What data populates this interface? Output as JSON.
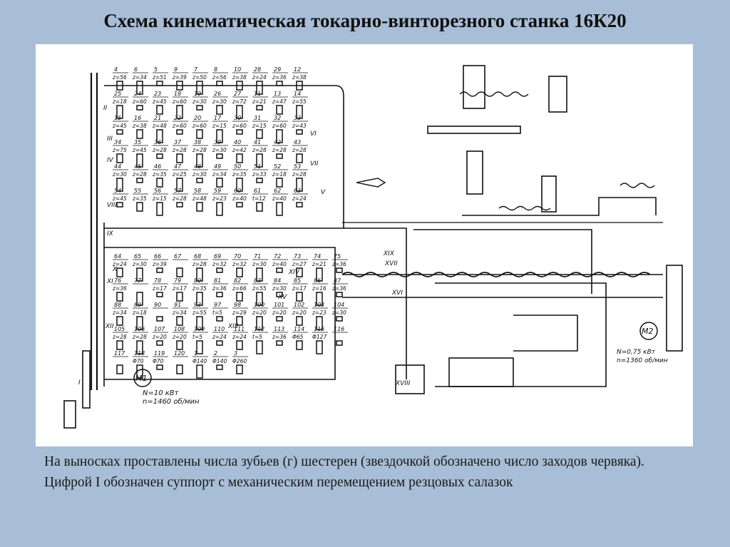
{
  "title": "Схема кинематическая токарно-винторезного станка 16К20",
  "caption": {
    "line1": "На выносках проставлены числа зубьев (г) шестерен (звездочкой обозначено число заходов червяка).",
    "line2": "Цифрой I обозначен суппорт с механическим перемещением резцовых салазок"
  },
  "diagram": {
    "motor_main": {
      "label": "M1",
      "power": "N=10 кВт",
      "speed": "n=1460 об/мин"
    },
    "motor_aux": {
      "label": "M2",
      "power": "N=0,75 кВт",
      "speed": "n=1360 об/мин"
    },
    "shafts": [
      "I",
      "II",
      "III",
      "IV",
      "V",
      "VI",
      "VII",
      "VIII",
      "IX",
      "X",
      "XI",
      "XII",
      "XIII",
      "XIV",
      "XV",
      "XVI",
      "XVII",
      "XVIII",
      "XIX"
    ],
    "gear_labels": [
      {
        "n": "4",
        "z": "z=56"
      },
      {
        "n": "6",
        "z": "z=34"
      },
      {
        "n": "5",
        "z": "z=51"
      },
      {
        "n": "9",
        "z": "z=39"
      },
      {
        "n": "7",
        "z": "z=50"
      },
      {
        "n": "8",
        "z": "z=56"
      },
      {
        "n": "10",
        "z": "z=38"
      },
      {
        "n": "28",
        "z": "z=24"
      },
      {
        "n": "29",
        "z": "z=36"
      },
      {
        "n": "12",
        "z": "z=38"
      },
      {
        "n": "25",
        "z": "z=18"
      },
      {
        "n": "24",
        "z": "z=60"
      },
      {
        "n": "23",
        "z": "z=45"
      },
      {
        "n": "18",
        "z": "z=60"
      },
      {
        "n": "19",
        "z": "z=30"
      },
      {
        "n": "26",
        "z": "z=30"
      },
      {
        "n": "27",
        "z": "z=72"
      },
      {
        "n": "11",
        "z": "z=21"
      },
      {
        "n": "13",
        "z": "z=47"
      },
      {
        "n": "14",
        "z": "z=55"
      },
      {
        "n": "15",
        "z": "z=45"
      },
      {
        "n": "16",
        "z": "z=38"
      },
      {
        "n": "21",
        "z": "z=48"
      },
      {
        "n": "22",
        "z": "z=60"
      },
      {
        "n": "20",
        "z": "z=60"
      },
      {
        "n": "17",
        "z": "z=15"
      },
      {
        "n": "30",
        "z": "z=60"
      },
      {
        "n": "31",
        "z": "z=15"
      },
      {
        "n": "32",
        "z": "z=60"
      },
      {
        "n": "33",
        "z": "z=43"
      },
      {
        "n": "34",
        "z": "z=75"
      },
      {
        "n": "35",
        "z": "z=45"
      },
      {
        "n": "36",
        "z": "z=28"
      },
      {
        "n": "37",
        "z": "z=28"
      },
      {
        "n": "38",
        "z": "z=28"
      },
      {
        "n": "39",
        "z": "z=30"
      },
      {
        "n": "40",
        "z": "z=42"
      },
      {
        "n": "41",
        "z": "z=28"
      },
      {
        "n": "42",
        "z": "z=28"
      },
      {
        "n": "43",
        "z": "z=28"
      },
      {
        "n": "44",
        "z": "z=30"
      },
      {
        "n": "45",
        "z": "z=28"
      },
      {
        "n": "46",
        "z": "z=35"
      },
      {
        "n": "47",
        "z": "z=25"
      },
      {
        "n": "48",
        "z": "z=30"
      },
      {
        "n": "49",
        "z": "z=34"
      },
      {
        "n": "50",
        "z": "z=35"
      },
      {
        "n": "51",
        "z": "z=33"
      },
      {
        "n": "52",
        "z": "z=18"
      },
      {
        "n": "53",
        "z": "z=28"
      },
      {
        "n": "54",
        "z": "z=45"
      },
      {
        "n": "55",
        "z": "z=35"
      },
      {
        "n": "56",
        "z": "z=15"
      },
      {
        "n": "57",
        "z": "z=28"
      },
      {
        "n": "58",
        "z": "z=48"
      },
      {
        "n": "59",
        "z": "z=23"
      },
      {
        "n": "60",
        "z": "z=40"
      },
      {
        "n": "61",
        "z": "t=12"
      },
      {
        "n": "62",
        "z": "z=40"
      },
      {
        "n": "63",
        "z": "z=24"
      },
      {
        "n": "64",
        "z": "z=24"
      },
      {
        "n": "65",
        "z": "z=30"
      },
      {
        "n": "66",
        "z": "z=39"
      },
      {
        "n": "67",
        "z": ""
      },
      {
        "n": "68",
        "z": "z=28"
      },
      {
        "n": "69",
        "z": "z=32"
      },
      {
        "n": "70",
        "z": "z=32"
      },
      {
        "n": "71",
        "z": "z=30"
      },
      {
        "n": "72",
        "z": "z=40"
      },
      {
        "n": "73",
        "z": "z=27"
      },
      {
        "n": "74",
        "z": "z=21"
      },
      {
        "n": "75",
        "z": "z=36"
      },
      {
        "n": "76",
        "z": "z=36"
      },
      {
        "n": "77",
        "z": ""
      },
      {
        "n": "78",
        "z": "z=17"
      },
      {
        "n": "79",
        "z": "z=17"
      },
      {
        "n": "80",
        "z": "z=35"
      },
      {
        "n": "81",
        "z": "z=36"
      },
      {
        "n": "82",
        "z": "z=66"
      },
      {
        "n": "83",
        "z": "z=55"
      },
      {
        "n": "84",
        "z": "z=30"
      },
      {
        "n": "85",
        "z": "z=17"
      },
      {
        "n": "86",
        "z": "z=16"
      },
      {
        "n": "87",
        "z": "z=36"
      },
      {
        "n": "88",
        "z": "z=34"
      },
      {
        "n": "89",
        "z": "z=18"
      },
      {
        "n": "90",
        "z": ""
      },
      {
        "n": "91",
        "z": "z=34"
      },
      {
        "n": "93",
        "z": "z=55"
      },
      {
        "n": "97",
        "z": "t=5"
      },
      {
        "n": "98",
        "z": "z=29"
      },
      {
        "n": "100",
        "z": "z=20"
      },
      {
        "n": "101",
        "z": "z=20"
      },
      {
        "n": "102",
        "z": "z=20"
      },
      {
        "n": "103",
        "z": "z=23"
      },
      {
        "n": "104",
        "z": "z=30"
      },
      {
        "n": "105",
        "z": "z=28"
      },
      {
        "n": "106",
        "z": "z=28"
      },
      {
        "n": "107",
        "z": "z=20"
      },
      {
        "n": "108",
        "z": "z=20"
      },
      {
        "n": "109",
        "z": "t=5"
      },
      {
        "n": "110",
        "z": "z=24"
      },
      {
        "n": "111",
        "z": "z=24"
      },
      {
        "n": "112",
        "z": "t=5"
      },
      {
        "n": "113",
        "z": "z=36"
      },
      {
        "n": "114",
        "z": "Φ65"
      },
      {
        "n": "115",
        "z": "Φ127"
      },
      {
        "n": "116",
        "z": ""
      },
      {
        "n": "117",
        "z": ""
      },
      {
        "n": "118",
        "z": "Φ70"
      },
      {
        "n": "119",
        "z": "Φ70"
      },
      {
        "n": "120",
        "z": ""
      },
      {
        "n": "1",
        "z": "Φ140"
      },
      {
        "n": "2",
        "z": "Φ140"
      },
      {
        "n": "3",
        "z": "Φ260"
      }
    ]
  }
}
